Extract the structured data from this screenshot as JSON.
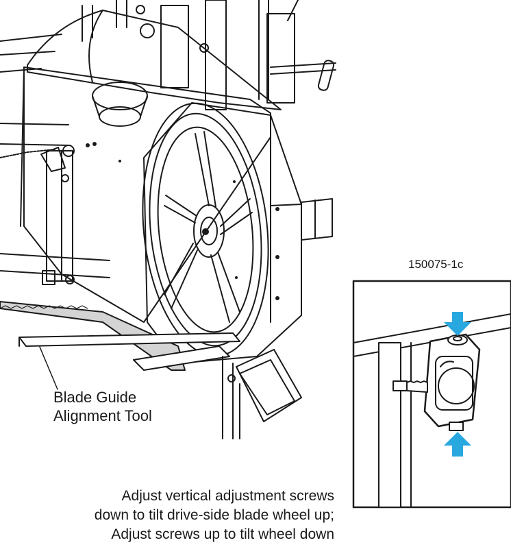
{
  "callout": {
    "line1": "Blade Guide",
    "line2": "Alignment Tool"
  },
  "figure_id": "150075-1c",
  "caption": {
    "line1": "Adjust vertical adjustment screws",
    "line2": "down to tilt drive-side blade wheel up;",
    "line3": "Adjust screws up to tilt wheel down"
  },
  "colors": {
    "line": "#1a1a1a",
    "arrow": "#29a8e0",
    "blade": "#d4d4d4"
  }
}
